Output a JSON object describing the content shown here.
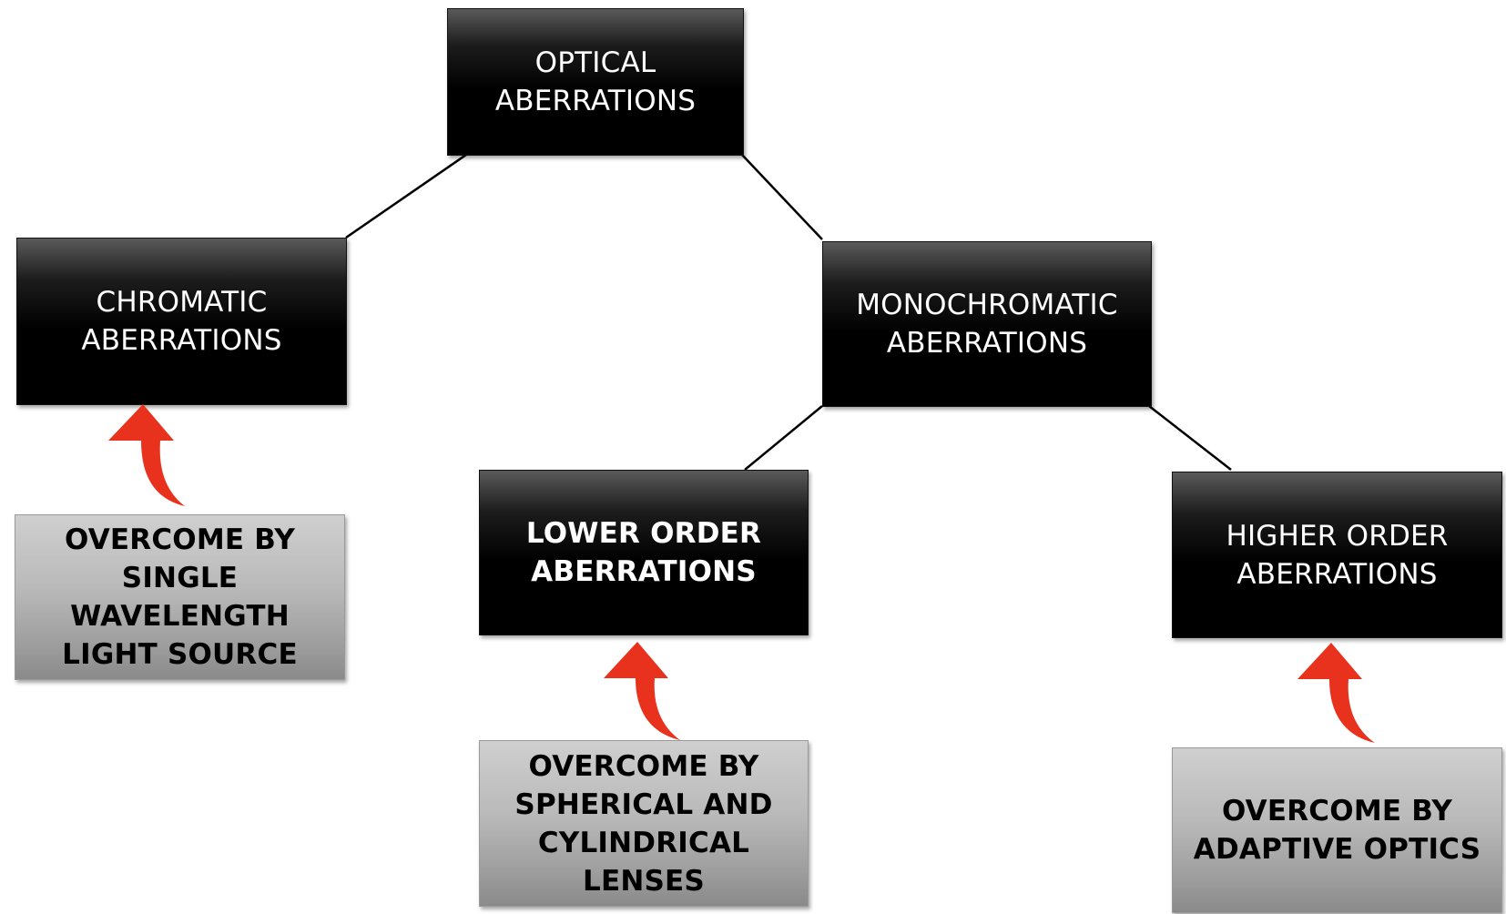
{
  "colors": {
    "dark_box_top": "#5a5a5a",
    "dark_box_bottom": "#000000",
    "light_box_top": "#cfcfcf",
    "light_box_bottom": "#8a8a8a",
    "arrow": "#e8321e",
    "connector": "#000000"
  },
  "nodes": {
    "optical": {
      "line1": "OPTICAL",
      "line2": "ABERRATIONS"
    },
    "chromatic": {
      "line1": "CHROMATIC",
      "line2": "ABERRATIONS"
    },
    "monochromatic": {
      "line1": "MONOCHROMATIC",
      "line2": "ABERRATIONS"
    },
    "lower_order": {
      "line1": "LOWER ORDER",
      "line2": "ABERRATIONS"
    },
    "higher_order": {
      "line1": "HIGHER ORDER",
      "line2": "ABERRATIONS"
    }
  },
  "solutions": {
    "chromatic": {
      "line1": "OVERCOME BY",
      "line2": "SINGLE WAVELENGTH",
      "line3": "LIGHT SOURCE"
    },
    "lower_order": {
      "line1": "OVERCOME BY",
      "line2": "SPHERICAL AND",
      "line3": "CYLINDRICAL LENSES"
    },
    "higher_order": {
      "line1": "OVERCOME BY",
      "line2": "ADAPTIVE OPTICS"
    }
  },
  "icons": {
    "solution_arrow": "curved-up-arrow-icon"
  }
}
